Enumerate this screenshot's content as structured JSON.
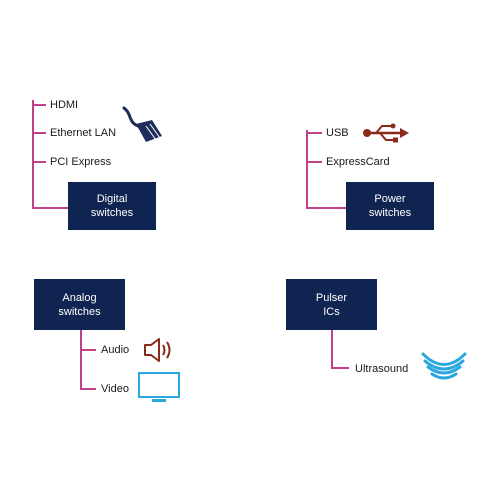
{
  "groups": {
    "digital": {
      "box_text": "Digital\nswitches",
      "items": [
        "HDMI",
        "Ethernet LAN",
        "PCI Express"
      ],
      "icon": "ethernet-cable-icon"
    },
    "power": {
      "box_text": "Power\nswitches",
      "items": [
        "USB",
        "ExpressCard"
      ],
      "icon": "usb-icon"
    },
    "analog": {
      "box_text": "Analog\nswitches",
      "items": [
        "Audio",
        "Video"
      ],
      "icons": [
        "speaker-icon",
        "monitor-icon"
      ]
    },
    "pulser": {
      "box_text": "Pulser\nICs",
      "items": [
        "Ultrasound"
      ],
      "icon": "ultrasound-wave-icon"
    }
  },
  "colors": {
    "box": "#0f2451",
    "connector": "#c2418a",
    "ethernet_icon": "#1f2d5c",
    "usb_icon": "#8a2a1a",
    "speaker_icon": "#8a2a1a",
    "monitor_icon": "#2aa7df",
    "ultrasound_icon": "#2aa7df"
  }
}
